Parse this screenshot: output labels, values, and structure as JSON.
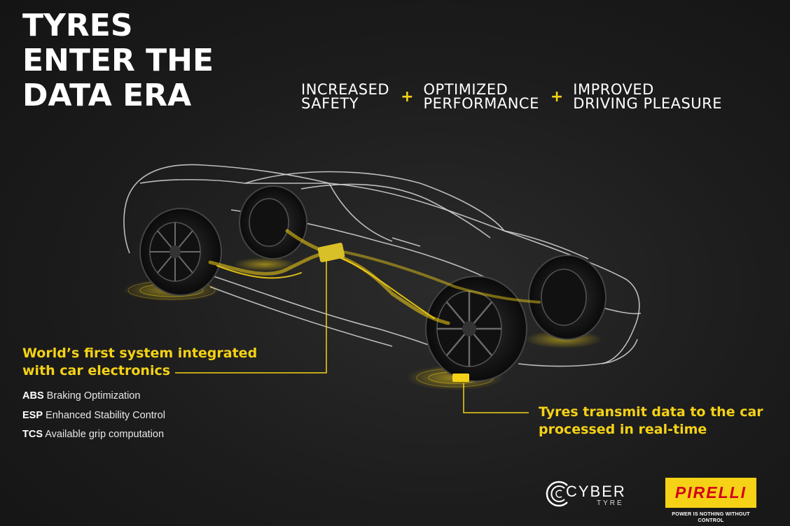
{
  "title": {
    "line1": "TYRES",
    "line2": "ENTER THE",
    "line3": "DATA ERA"
  },
  "benefits": [
    {
      "line1": "INCREASED",
      "line2": "SAFETY"
    },
    {
      "line1": "OPTIMIZED",
      "line2": "PERFORMANCE"
    },
    {
      "line1": "IMPROVED",
      "line2": "DRIVING PLEASURE"
    }
  ],
  "plus_symbol": "+",
  "callout_left": {
    "line1": "World’s first system integrated",
    "line2": "with car electronics"
  },
  "features": [
    {
      "abbr": "ABS",
      "text": " Braking Optimization"
    },
    {
      "abbr": "ESP",
      "text": " Enhanced Stability Control"
    },
    {
      "abbr": "TCS",
      "text": " Available grip computation"
    }
  ],
  "callout_right": {
    "line1": "Tyres transmit data to the car",
    "line2": "processed in real-time"
  },
  "logos": {
    "cyber_word": "CYBER",
    "cyber_sub": "TYRE",
    "pirelli_word": "PIRELLI",
    "pirelli_tagline": "POWER IS NOTHING WITHOUT CONTROL"
  },
  "colors": {
    "accent": "#f5d215",
    "background": "#1c1c1c",
    "pirelli_red": "#d4001a"
  },
  "icons": [
    "car-outline-illustration",
    "tyre-icon",
    "sensor-signal-icon",
    "cyber-tyre-logo",
    "pirelli-logo"
  ]
}
